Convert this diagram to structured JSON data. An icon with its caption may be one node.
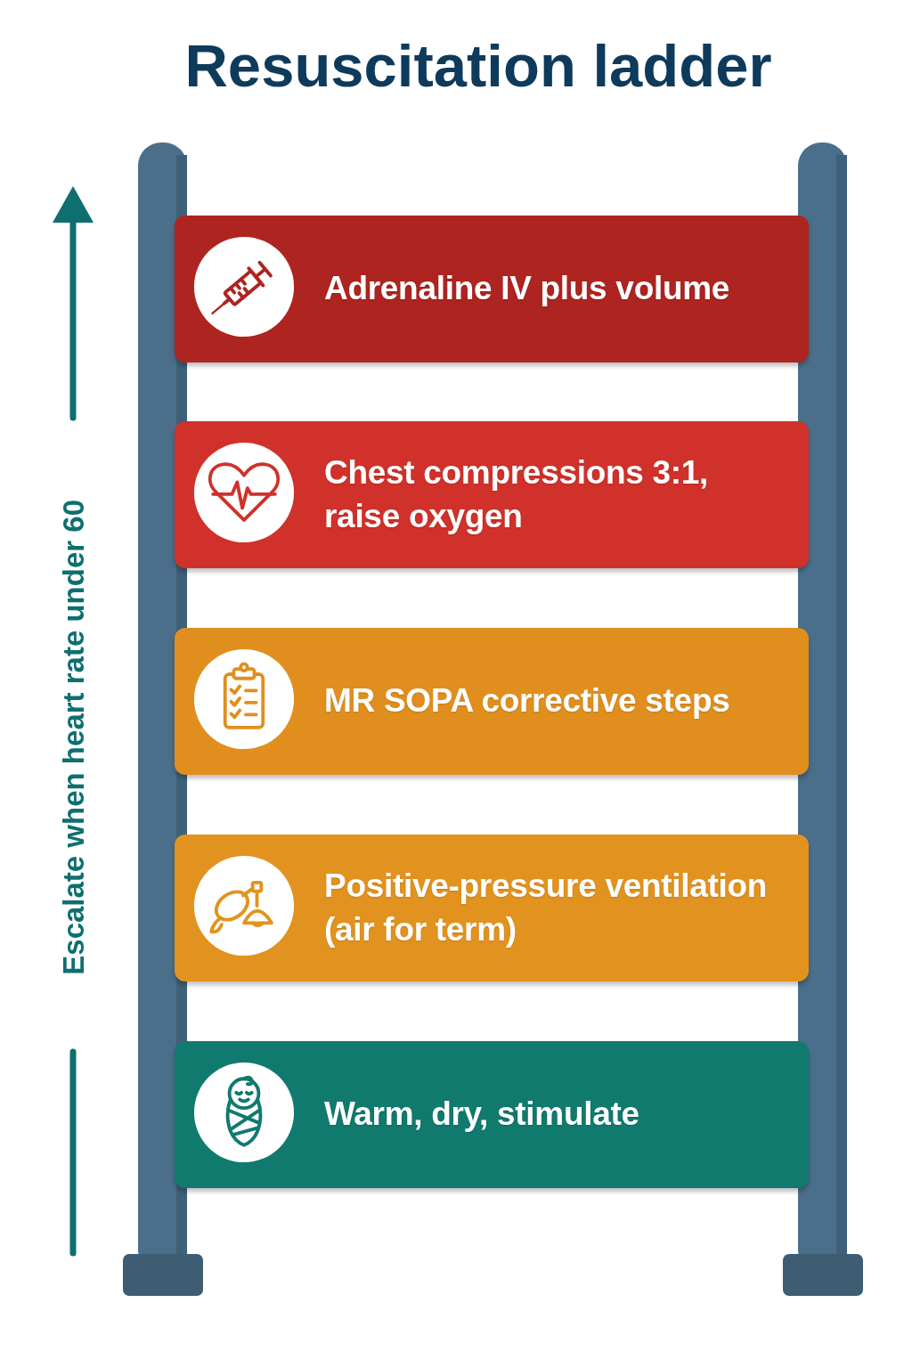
{
  "diagram": {
    "title": "Resuscitation ladder",
    "nodes": [
      {
        "text": [
          "Adrenaline IV plus volume"
        ]
      },
      {
        "text": [
          "Chest compressions 3:1, raise oxygen"
        ]
      },
      {
        "text": [
          "MR SOPA corrective steps"
        ]
      },
      {
        "text": [
          "Positive-pressure ventilation (air for term)"
        ]
      },
      {
        "text": [
          "Warm, dry, stimulate"
        ]
      }
    ],
    "labels": [
      "Escalate when heart rate under 60"
    ]
  }
}
